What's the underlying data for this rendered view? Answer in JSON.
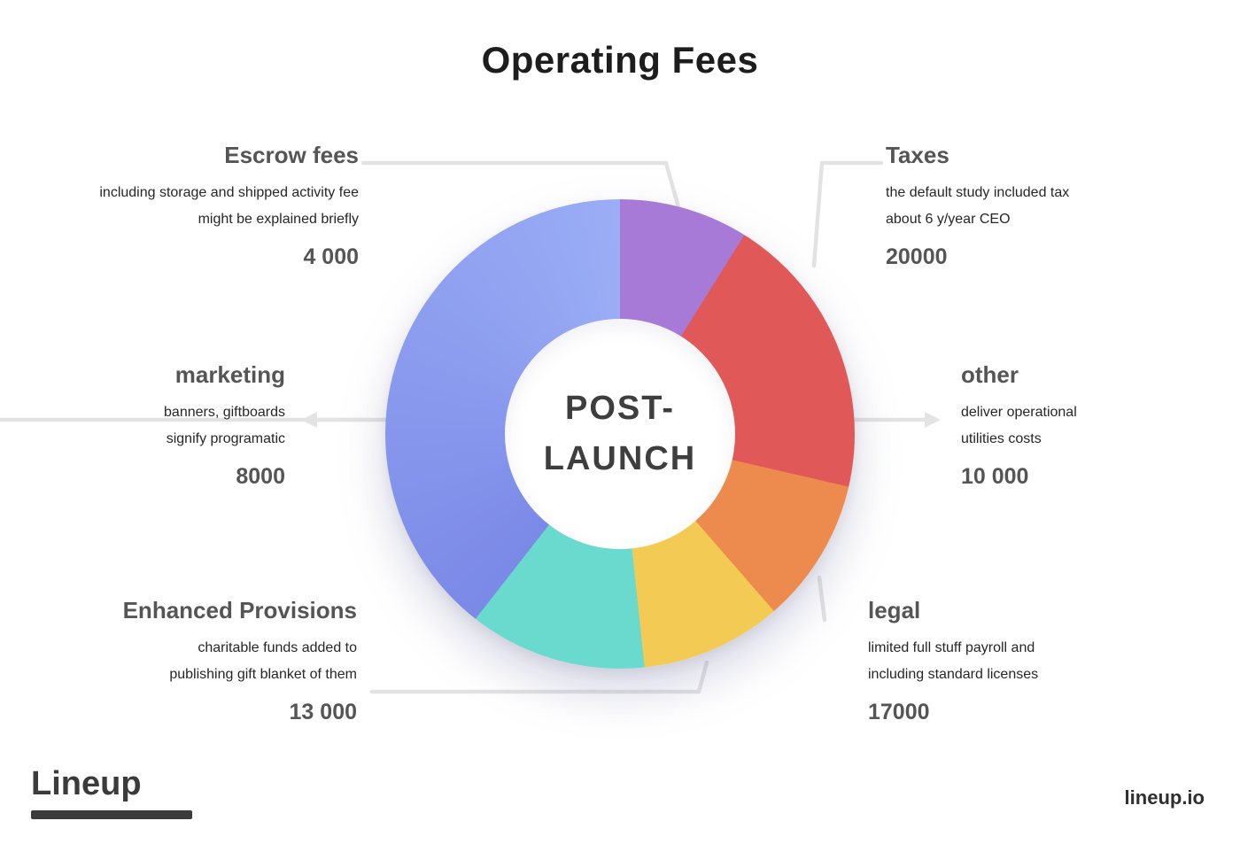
{
  "title": "Operating Fees",
  "center": {
    "line1": "POST-",
    "line2": "LAUNCH"
  },
  "labels": {
    "escrow": {
      "heading": "Escrow fees",
      "desc1": "including storage and shipped activity fee",
      "desc2": "might be explained briefly",
      "value": "4 000"
    },
    "taxes": {
      "heading": "Taxes",
      "desc1": "the default study included tax",
      "desc2": "about 6 y/year CEO",
      "value": "20000"
    },
    "other": {
      "heading": "other",
      "desc1": "deliver operational",
      "desc2": "utilities costs",
      "value": "10 000"
    },
    "legal": {
      "heading": "legal",
      "desc1": "limited full stuff payroll and",
      "desc2": "including standard licenses",
      "value": "17000"
    },
    "enhanced": {
      "heading": "Enhanced Provisions",
      "desc1": "charitable funds added to",
      "desc2": "publishing gift blanket of them",
      "value": "13 000"
    },
    "marketing": {
      "heading": "marketing",
      "desc1": "banners, giftboards",
      "desc2": "signify programatic",
      "value": "8000"
    }
  },
  "footer": {
    "logo": "Lineup",
    "site": "lineup.io"
  },
  "chart_data": {
    "type": "pie",
    "subtype": "donut",
    "title": "Operating Fees",
    "center_label": "POST-LAUNCH",
    "legend_position": "callout-labels",
    "segments": [
      {
        "label": "Escrow fees",
        "value": 4000,
        "color": "#a77ad8",
        "start_deg": 0,
        "end_deg": 32
      },
      {
        "label": "Taxes",
        "value": 20000,
        "color": "#e15858",
        "start_deg": 32,
        "end_deg": 103
      },
      {
        "label": "other",
        "value": 10000,
        "color": "#ec8b4d",
        "start_deg": 103,
        "end_deg": 139
      },
      {
        "label": "legal",
        "value": 17000,
        "color": "#f3cb54",
        "start_deg": 139,
        "end_deg": 174
      },
      {
        "label": "Enhanced Provisions",
        "value": 13000,
        "color": "#69dacd",
        "start_deg": 174,
        "end_deg": 218
      },
      {
        "label": "marketing",
        "value": 8000,
        "color": "#7b89e7",
        "color_end": "#9aadf5",
        "start_deg": 218,
        "end_deg": 360
      }
    ]
  }
}
